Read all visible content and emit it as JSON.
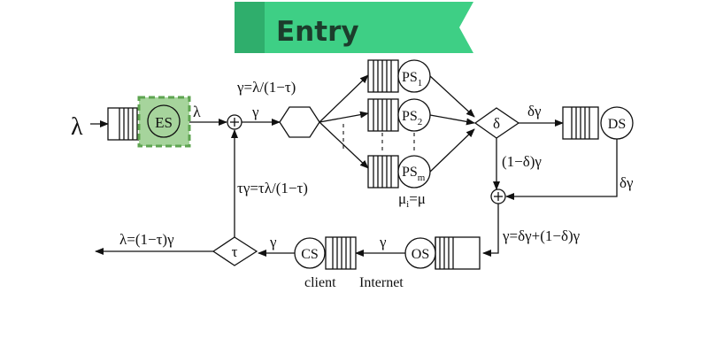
{
  "banner": {
    "label": "Entry",
    "color": "#3ecf85",
    "shade": "#2fae6c"
  },
  "highlight": {
    "fill": "#a6d49c",
    "border": "#5ea450"
  },
  "input_label": "λ",
  "nodes": {
    "es": "ES",
    "ps1": {
      "main": "PS",
      "sub": "1"
    },
    "ps2": {
      "main": "PS",
      "sub": "2"
    },
    "psm": {
      "main": "PS",
      "sub": "m"
    },
    "delta": "δ",
    "ds": "DS",
    "os": "OS",
    "cs": "CS",
    "tau": "τ"
  },
  "labels": {
    "es_out": "λ",
    "gamma_eq": "γ=λ/(1−τ)",
    "gamma_after_sum": "γ",
    "delta_gamma_top": "δγ",
    "one_minus_delta_gamma": "(1−δ)γ",
    "delta_gamma_right": "δγ",
    "mu": {
      "main": "μ",
      "sub": "i",
      "rest": "=μ"
    },
    "feedback": "τγ=τλ/(1−τ)",
    "gamma_sum_eq": "γ=δγ+(1−δ)γ",
    "gamma_os_cs": "γ",
    "gamma_cs_tau": "γ",
    "output": "λ=(1−τ)γ",
    "client": "client",
    "internet": "Internet"
  }
}
